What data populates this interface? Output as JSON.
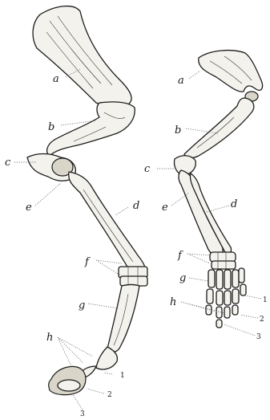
{
  "figure": {
    "left_limb": {
      "labels": {
        "a": "a",
        "b": "b",
        "c": "c",
        "e": "e",
        "d": "d",
        "f": "f",
        "g": "g",
        "h": "h"
      },
      "digits": {
        "n1": "1",
        "n2": "2",
        "n3": "3"
      }
    },
    "right_limb": {
      "labels": {
        "a": "a",
        "b": "b",
        "c": "c",
        "e": "e",
        "d": "d",
        "f": "f",
        "g": "g",
        "h": "h"
      },
      "digits": {
        "n1": "1",
        "n2": "2",
        "n3": "3"
      }
    }
  }
}
